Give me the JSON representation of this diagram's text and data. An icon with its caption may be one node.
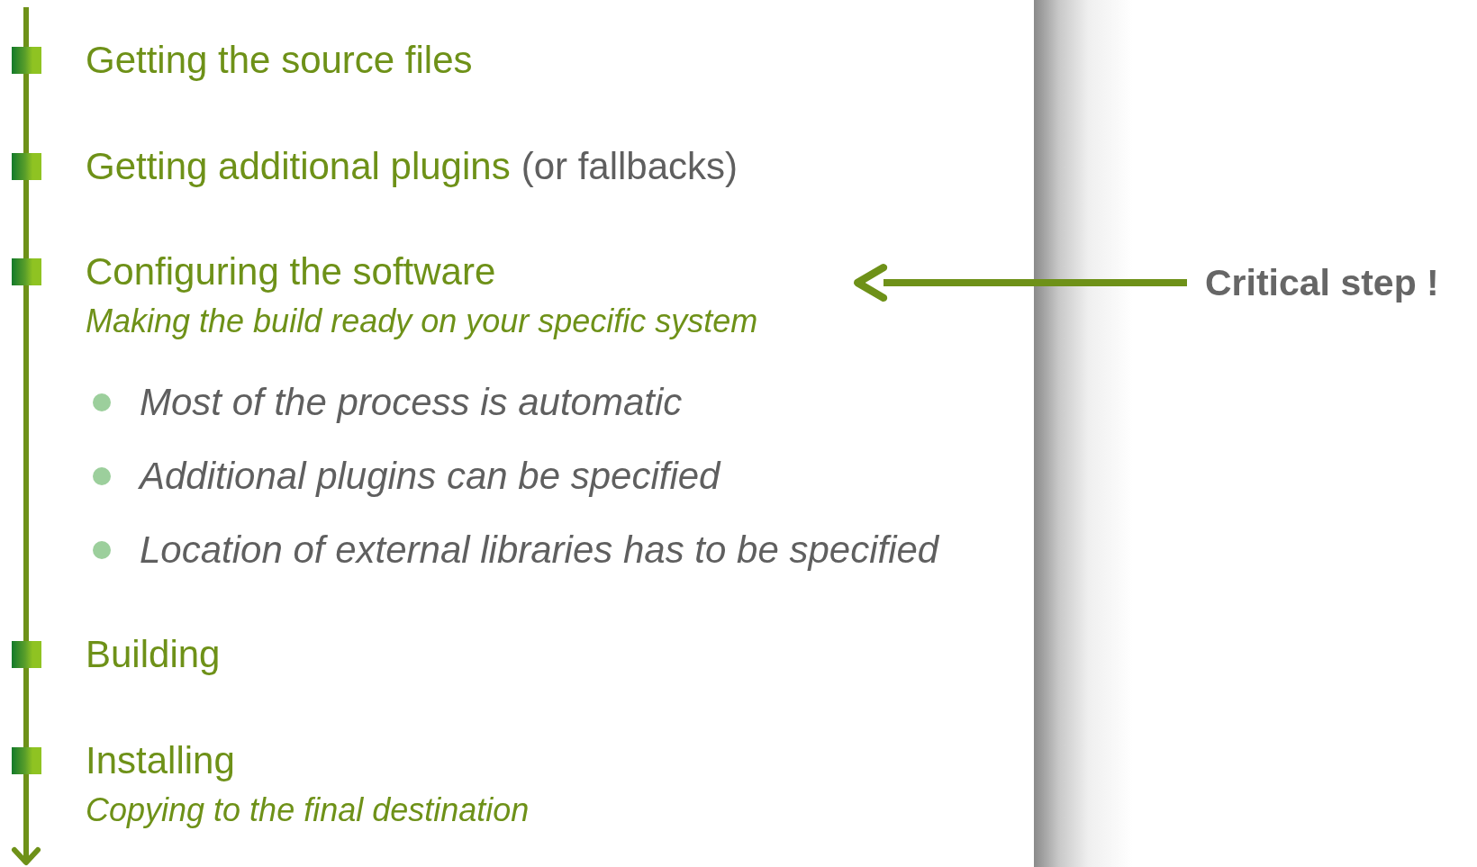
{
  "diagram": {
    "nodes": [
      {
        "text": [
          "Getting the source files"
        ]
      },
      {
        "text": [
          "Getting additional plugins",
          "(or fallbacks)"
        ]
      },
      {
        "text": [
          "Configuring the software",
          "Making the build ready on your specific system"
        ]
      },
      {
        "text": [
          "Building"
        ]
      },
      {
        "text": [
          "Installing",
          "Copying to the final destination"
        ]
      },
      {
        "text": [
          "Critical step !"
        ]
      }
    ],
    "edges": [
      {
        "from": 5,
        "to": 2,
        "arrow": "to"
      }
    ],
    "labels": [
      "Most of the process is automatic",
      "Additional plugins can be specified",
      "Location of external libraries has to be specified"
    ]
  }
}
